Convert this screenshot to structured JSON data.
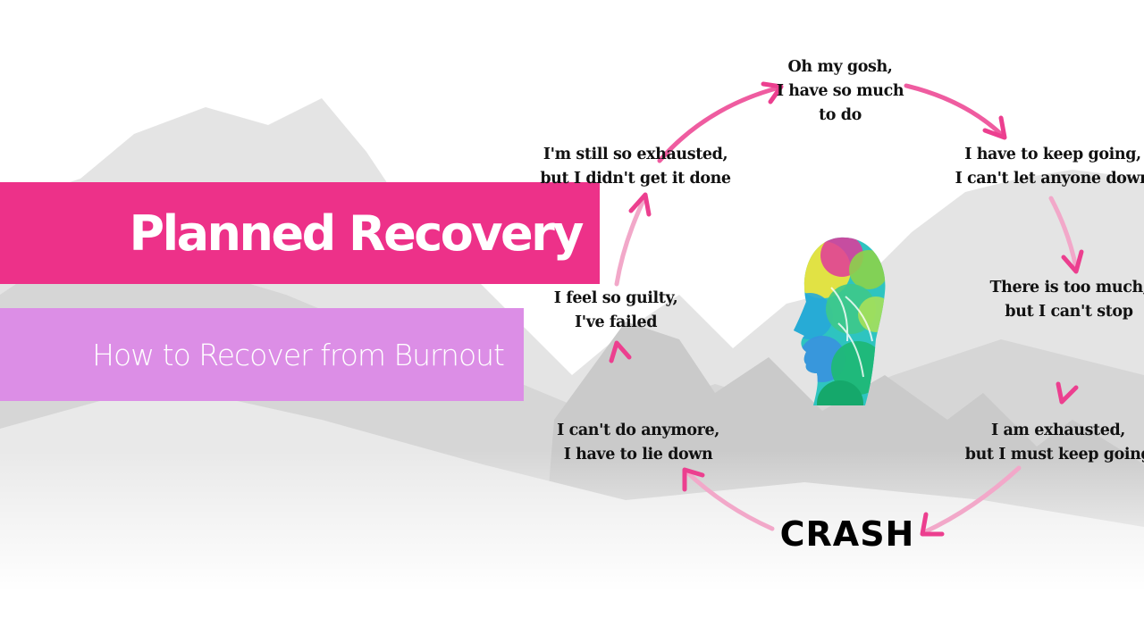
{
  "colors": {
    "title_banner": "#ed3189",
    "subtitle_banner": "#dc8ee6",
    "arrow": "#ec3f8f",
    "text": "#111111"
  },
  "title": "Planned Recovery",
  "subtitle": "How to Recover from Burnout",
  "center_icon": "colorful-head-silhouette-icon",
  "cycle": {
    "top": [
      "Oh my gosh,",
      "I have so much",
      "to do"
    ],
    "right_upper": [
      "I have to keep going,",
      "I can't let anyone down"
    ],
    "right_mid": [
      "There is too much,",
      "but I can't stop"
    ],
    "right_lower": [
      "I am exhausted,",
      "but I must keep going"
    ],
    "crash": "CRASH",
    "left_lower": [
      "I can't do anymore,",
      "I have to lie down"
    ],
    "left_mid": [
      "I feel so guilty,",
      "I've failed"
    ],
    "left_upper": [
      "I'm still so exhausted,",
      "but I didn't get it done"
    ]
  }
}
